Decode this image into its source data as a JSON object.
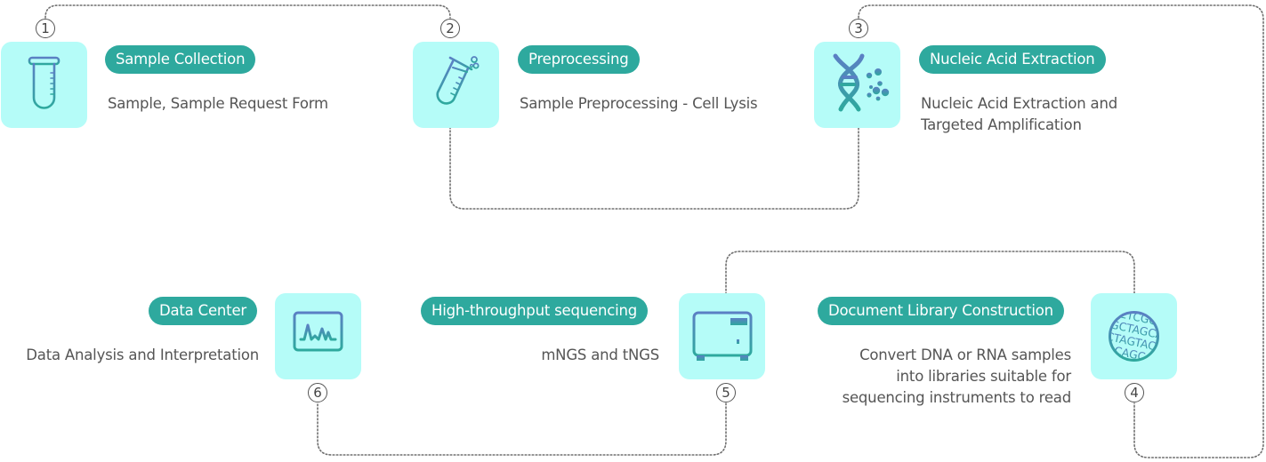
{
  "diagram": {
    "type": "process-flow",
    "colors": {
      "pill_background": "#2ea99e",
      "pill_text": "#ffffff",
      "icon_box_background": "#b5fcf8",
      "icon_gradient_top": "#5b7fc4",
      "icon_gradient_bottom": "#2ea99e",
      "description_text": "#555555",
      "connector": "#6f6f6f"
    },
    "steps": [
      {
        "number": "1",
        "title": "Sample Collection",
        "icon": "test-tube-icon",
        "description": [
          "Sample, Sample Request Form"
        ]
      },
      {
        "number": "2",
        "title": "Preprocessing",
        "icon": "test-tube-bubbles-icon",
        "description": [
          "Sample Preprocessing - Cell Lysis"
        ]
      },
      {
        "number": "3",
        "title": "Nucleic Acid Extraction",
        "icon": "dna-helix-icon",
        "description": [
          "Nucleic Acid Extraction and",
          "Targeted Amplification"
        ]
      },
      {
        "number": "4",
        "title": "Document Library Construction",
        "icon": "dna-sequence-circle-icon",
        "icon_text": [
          "ETCGG",
          "GCTAGCA",
          "CTAGTAC",
          "ACAGC"
        ],
        "description": [
          "Convert DNA or RNA samples",
          "into libraries suitable for",
          "sequencing instruments to read"
        ]
      },
      {
        "number": "5",
        "title": "High-throughput sequencing",
        "icon": "sequencer-machine-icon",
        "description": [
          "mNGS and tNGS"
        ]
      },
      {
        "number": "6",
        "title": "Data Center",
        "icon": "monitor-chart-icon",
        "description": [
          "Data Analysis and Interpretation"
        ]
      }
    ],
    "connections": [
      {
        "from": "1",
        "to": "2"
      },
      {
        "from": "2",
        "to": "3"
      },
      {
        "from": "3",
        "to": "4"
      },
      {
        "from": "4",
        "to": "5"
      },
      {
        "from": "5",
        "to": "6"
      }
    ]
  }
}
